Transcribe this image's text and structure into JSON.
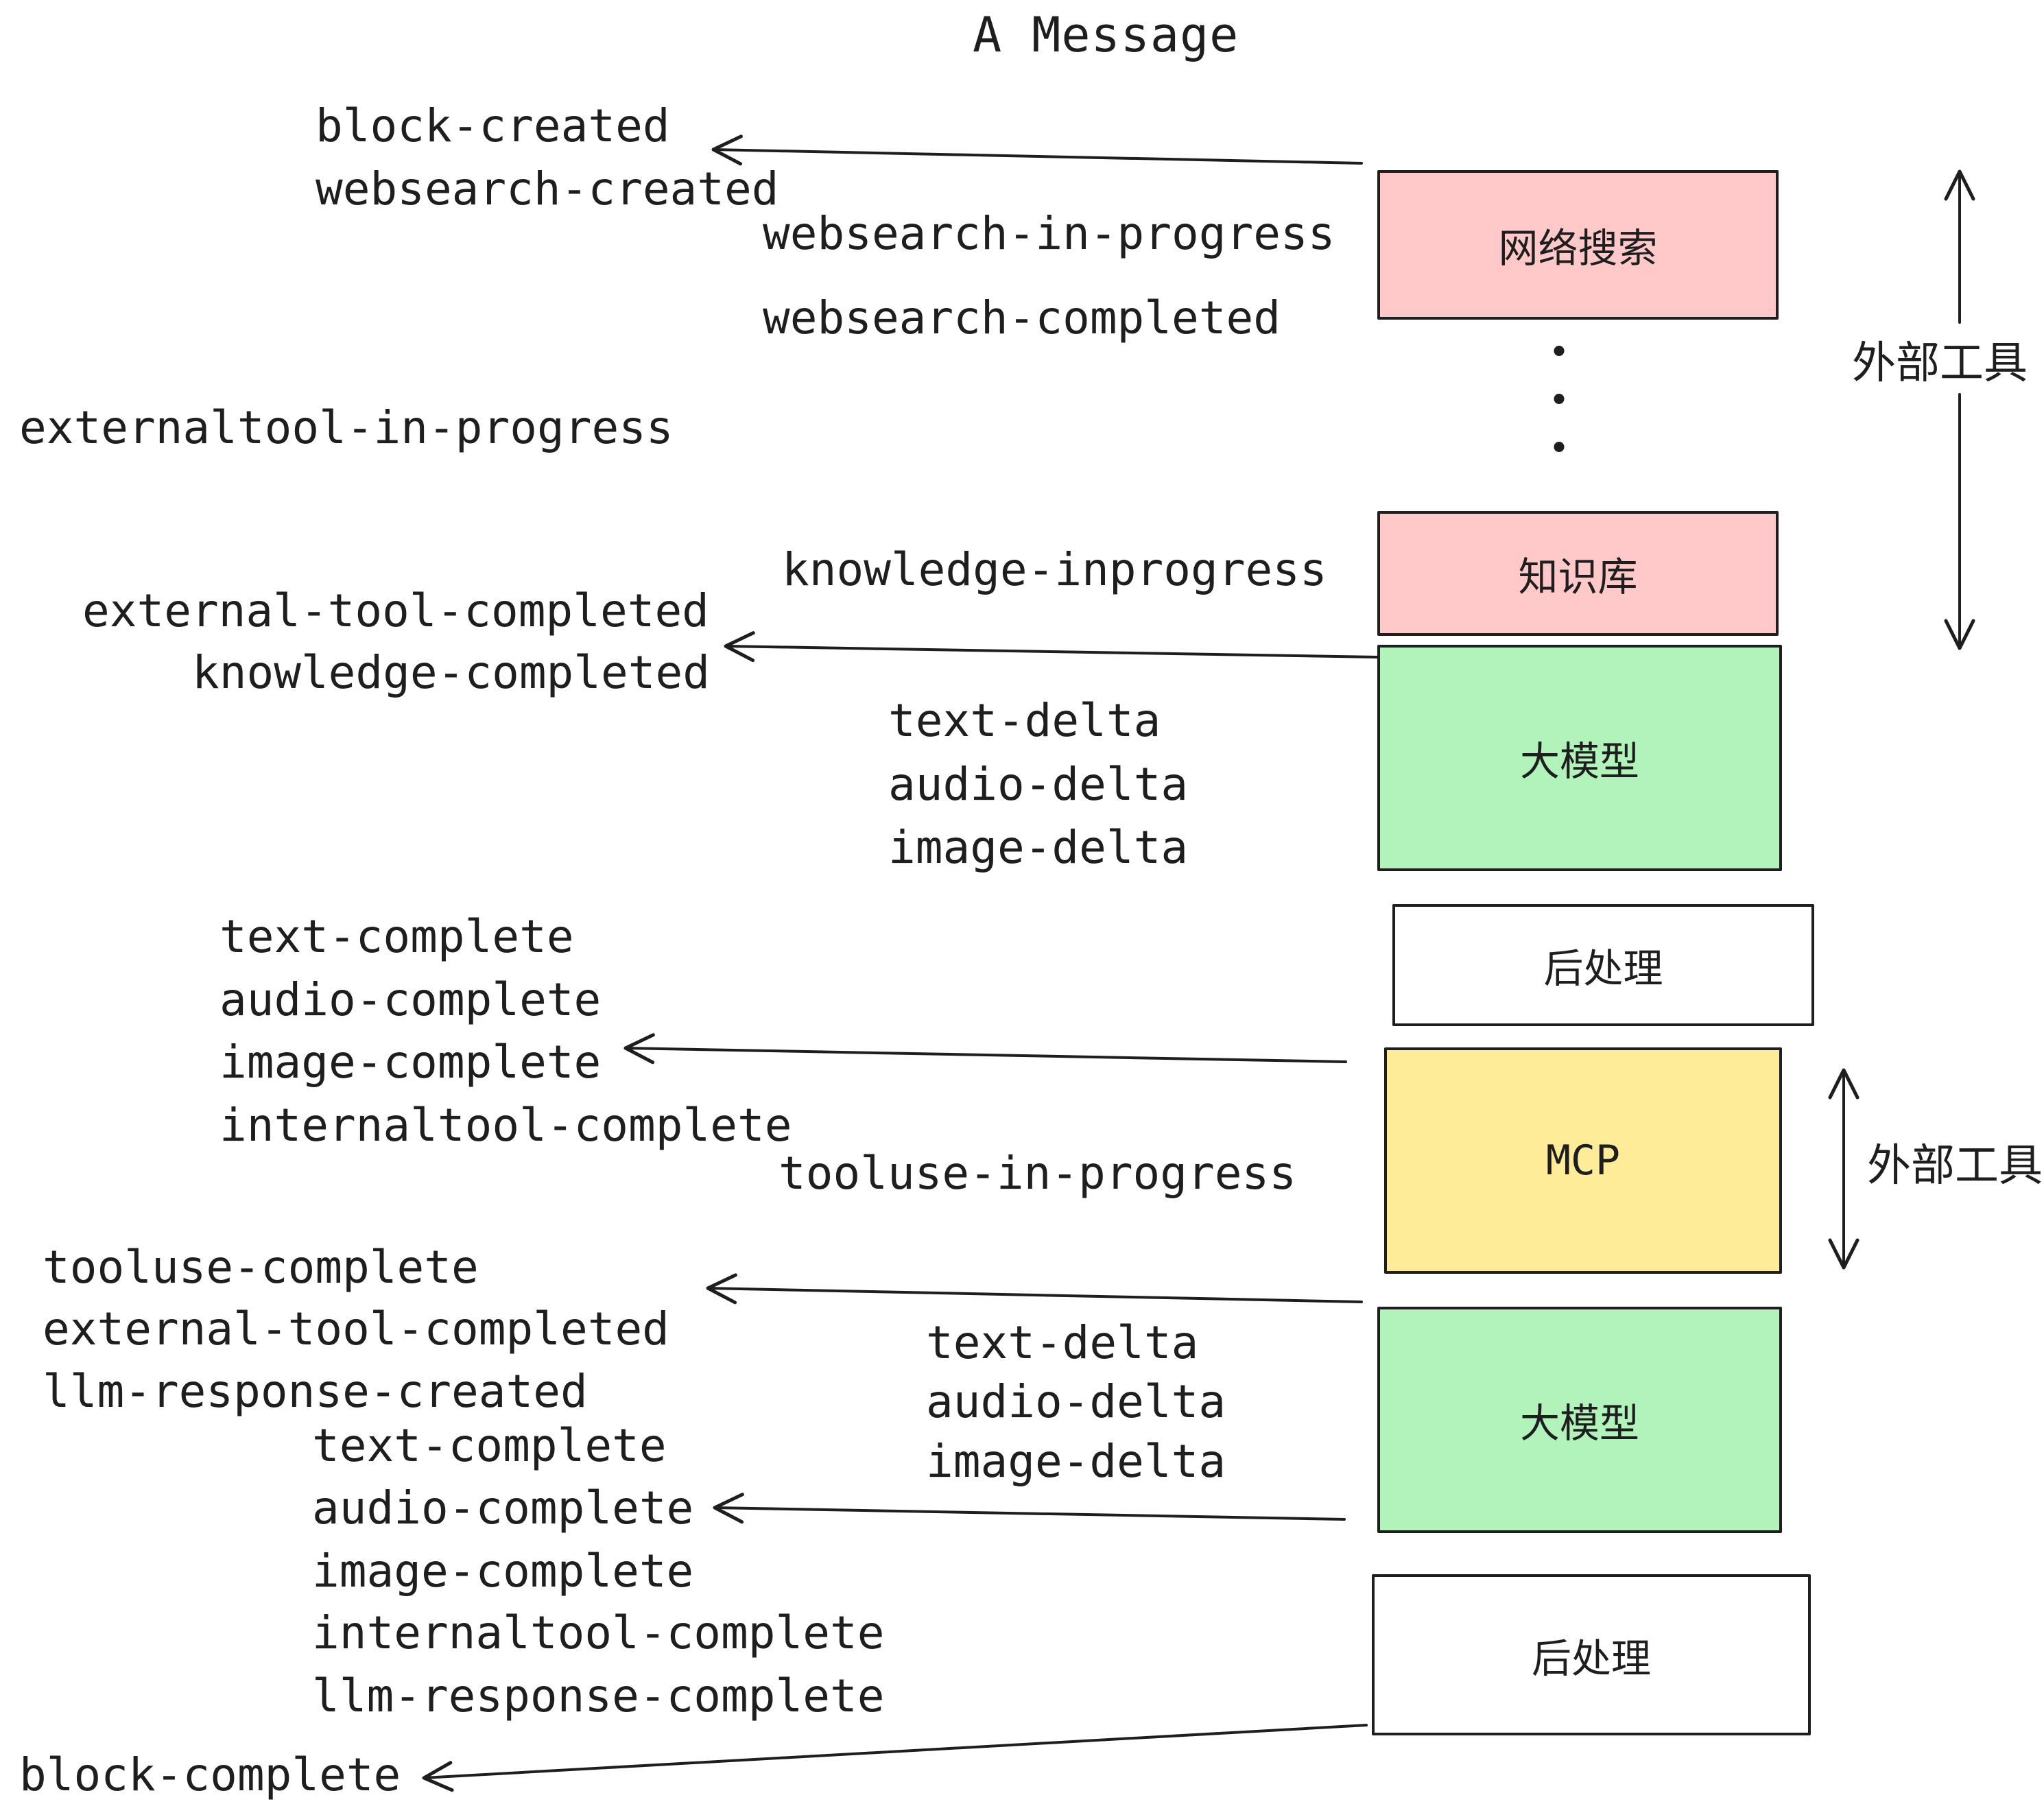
{
  "title": "A Message",
  "left_events": {
    "block_created": "block-created",
    "websearch_created": "websearch-created",
    "externaltool_in_progress": "externaltool-in-progress",
    "external_tool_completed_1": "external-tool-completed",
    "knowledge_completed": "knowledge-completed",
    "text_complete_1": "text-complete",
    "audio_complete_1": "audio-complete",
    "image_complete_1": "image-complete",
    "internaltool_complete_1": "internaltool-complete",
    "tooluse_complete": "tooluse-complete",
    "external_tool_completed_2": "external-tool-completed",
    "llm_response_created": "llm-response-created",
    "text_complete_2": "text-complete",
    "audio_complete_2": "audio-complete",
    "image_complete_2": "image-complete",
    "internaltool_complete_2": "internaltool-complete",
    "llm_response_complete": "llm-response-complete",
    "block_complete": "block-complete"
  },
  "mid_events": {
    "websearch_in_progress": "websearch-in-progress",
    "websearch_completed": "websearch-completed",
    "knowledge_inprogress": "knowledge-inprogress",
    "text_delta_1": "text-delta",
    "audio_delta_1": "audio-delta",
    "image_delta_1": "image-delta",
    "tooluse_in_progress": "tooluse-in-progress",
    "text_delta_2": "text-delta",
    "audio_delta_2": "audio-delta",
    "image_delta_2": "image-delta"
  },
  "boxes": {
    "websearch": {
      "label": "网络搜索",
      "fill": "#ffc9c9"
    },
    "knowledge": {
      "label": "知识库",
      "fill": "#ffc9c9"
    },
    "llm_1": {
      "label": "大模型",
      "fill": "#b2f2bb"
    },
    "post_1": {
      "label": "后处理",
      "fill": "#ffffff"
    },
    "mcp": {
      "label": "MCP",
      "fill": "#ffec99"
    },
    "llm_2": {
      "label": "大模型",
      "fill": "#b2f2bb"
    },
    "post_2": {
      "label": "后处理",
      "fill": "#ffffff"
    }
  },
  "side_labels": {
    "external_tools_top": "外部工具",
    "external_tools_bottom": "外部工具"
  },
  "dots": [
    "•",
    "•",
    "•"
  ],
  "colors": {
    "stroke": "#1e1e1e",
    "pink": "#ffc9c9",
    "green": "#b2f2bb",
    "yellow": "#ffec99",
    "white": "#ffffff"
  }
}
